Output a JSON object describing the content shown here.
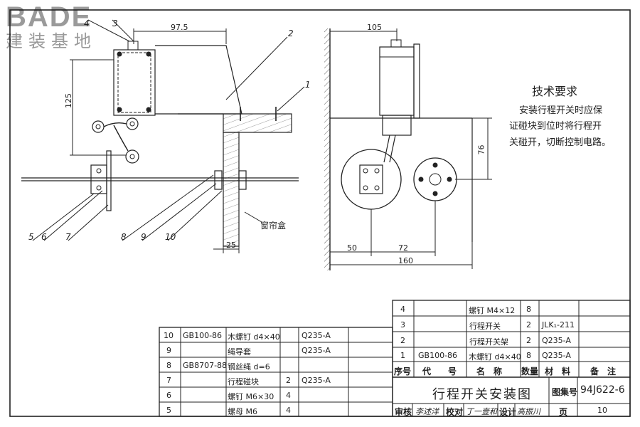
{
  "logo": {
    "main": "BADE",
    "sub": "建装基地"
  },
  "dims_left": [
    "97.5",
    "125",
    "25"
  ],
  "dims_right": [
    "105",
    "76",
    "50",
    "72",
    "160"
  ],
  "callouts": [
    "1",
    "2",
    "3",
    "4",
    "5",
    "6",
    "7",
    "8",
    "9",
    "10"
  ],
  "label_curtain_box": "窗帘盒",
  "tech": {
    "title": "技术要求",
    "lines": [
      "安装行程开关时应保",
      "证碰块到位时将行程开",
      "关碰开，切断控制电路。"
    ]
  },
  "parts_right": [
    {
      "no": "4",
      "code": "",
      "name": "螺钉 M4×12",
      "qty": "8",
      "material": "",
      "note": ""
    },
    {
      "no": "3",
      "code": "",
      "name": "行程开关",
      "qty": "2",
      "material": "JLK₁-211",
      "note": ""
    },
    {
      "no": "2",
      "code": "",
      "name": "行程开关架",
      "qty": "2",
      "material": "Q235-A",
      "note": ""
    },
    {
      "no": "1",
      "code": "GB100-86",
      "name": "木螺钉 d4×40",
      "qty": "8",
      "material": "Q235-A",
      "note": ""
    }
  ],
  "parts_left": [
    {
      "no": "10",
      "code": "GB100-86",
      "name": "木螺钉 d4×40",
      "qty": "",
      "material": "Q235-A"
    },
    {
      "no": "9",
      "code": "",
      "name": "绳导套",
      "qty": "",
      "material": "Q235-A"
    },
    {
      "no": "8",
      "code": "GB8707-88",
      "name": "钢丝绳 d=6",
      "qty": "",
      "material": ""
    },
    {
      "no": "7",
      "code": "",
      "name": "行程碰块",
      "qty": "2",
      "material": "Q235-A"
    },
    {
      "no": "6",
      "code": "",
      "name": "螺钉 M6×30",
      "qty": "4",
      "material": ""
    },
    {
      "no": "5",
      "code": "",
      "name": "螺母 M6",
      "qty": "4",
      "material": ""
    }
  ],
  "table_header": {
    "no": "序号",
    "code": "代　　号",
    "name": "名　称",
    "qty": "数量",
    "material": "材　料",
    "note": "备　注"
  },
  "title_block": {
    "title": "行程开关安装图",
    "atlas_label": "图集号",
    "atlas_no": "94J622-6",
    "review": "审核",
    "reviewer": "李述洋",
    "check": "校对",
    "checker": "丁一壹和",
    "design": "设计",
    "designer": "高振川",
    "page_label": "页",
    "page_no": "10"
  },
  "colors": {
    "ink": "#222222",
    "logo": "#9a9a9a"
  }
}
